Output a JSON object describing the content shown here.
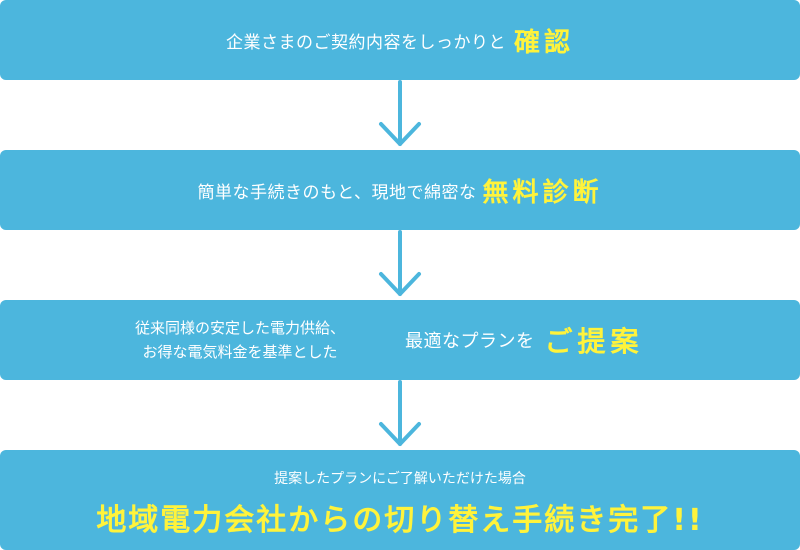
{
  "steps": [
    {
      "text": "企業さまのご契約内容をしっかりと",
      "highlight": "確認"
    },
    {
      "text": "簡単な手続きのもと、現地で綿密な",
      "highlight": "無料診断"
    },
    {
      "left_line1": "従来同様の安定した電力供給、",
      "left_line2": "お得な電気料金を基準とした",
      "text": "最適なプランを",
      "highlight": "ご提案"
    },
    {
      "top_text": "提案したプランにご了解いただけた場合",
      "highlight": "地域電力会社からの切り替え手続き完了!!"
    }
  ],
  "colors": {
    "box": "#4cb6dd",
    "highlight": "#fff33b",
    "text": "#ffffff",
    "arrow": "#4cb6dd"
  },
  "arrow_icon": "down-arrow-icon"
}
